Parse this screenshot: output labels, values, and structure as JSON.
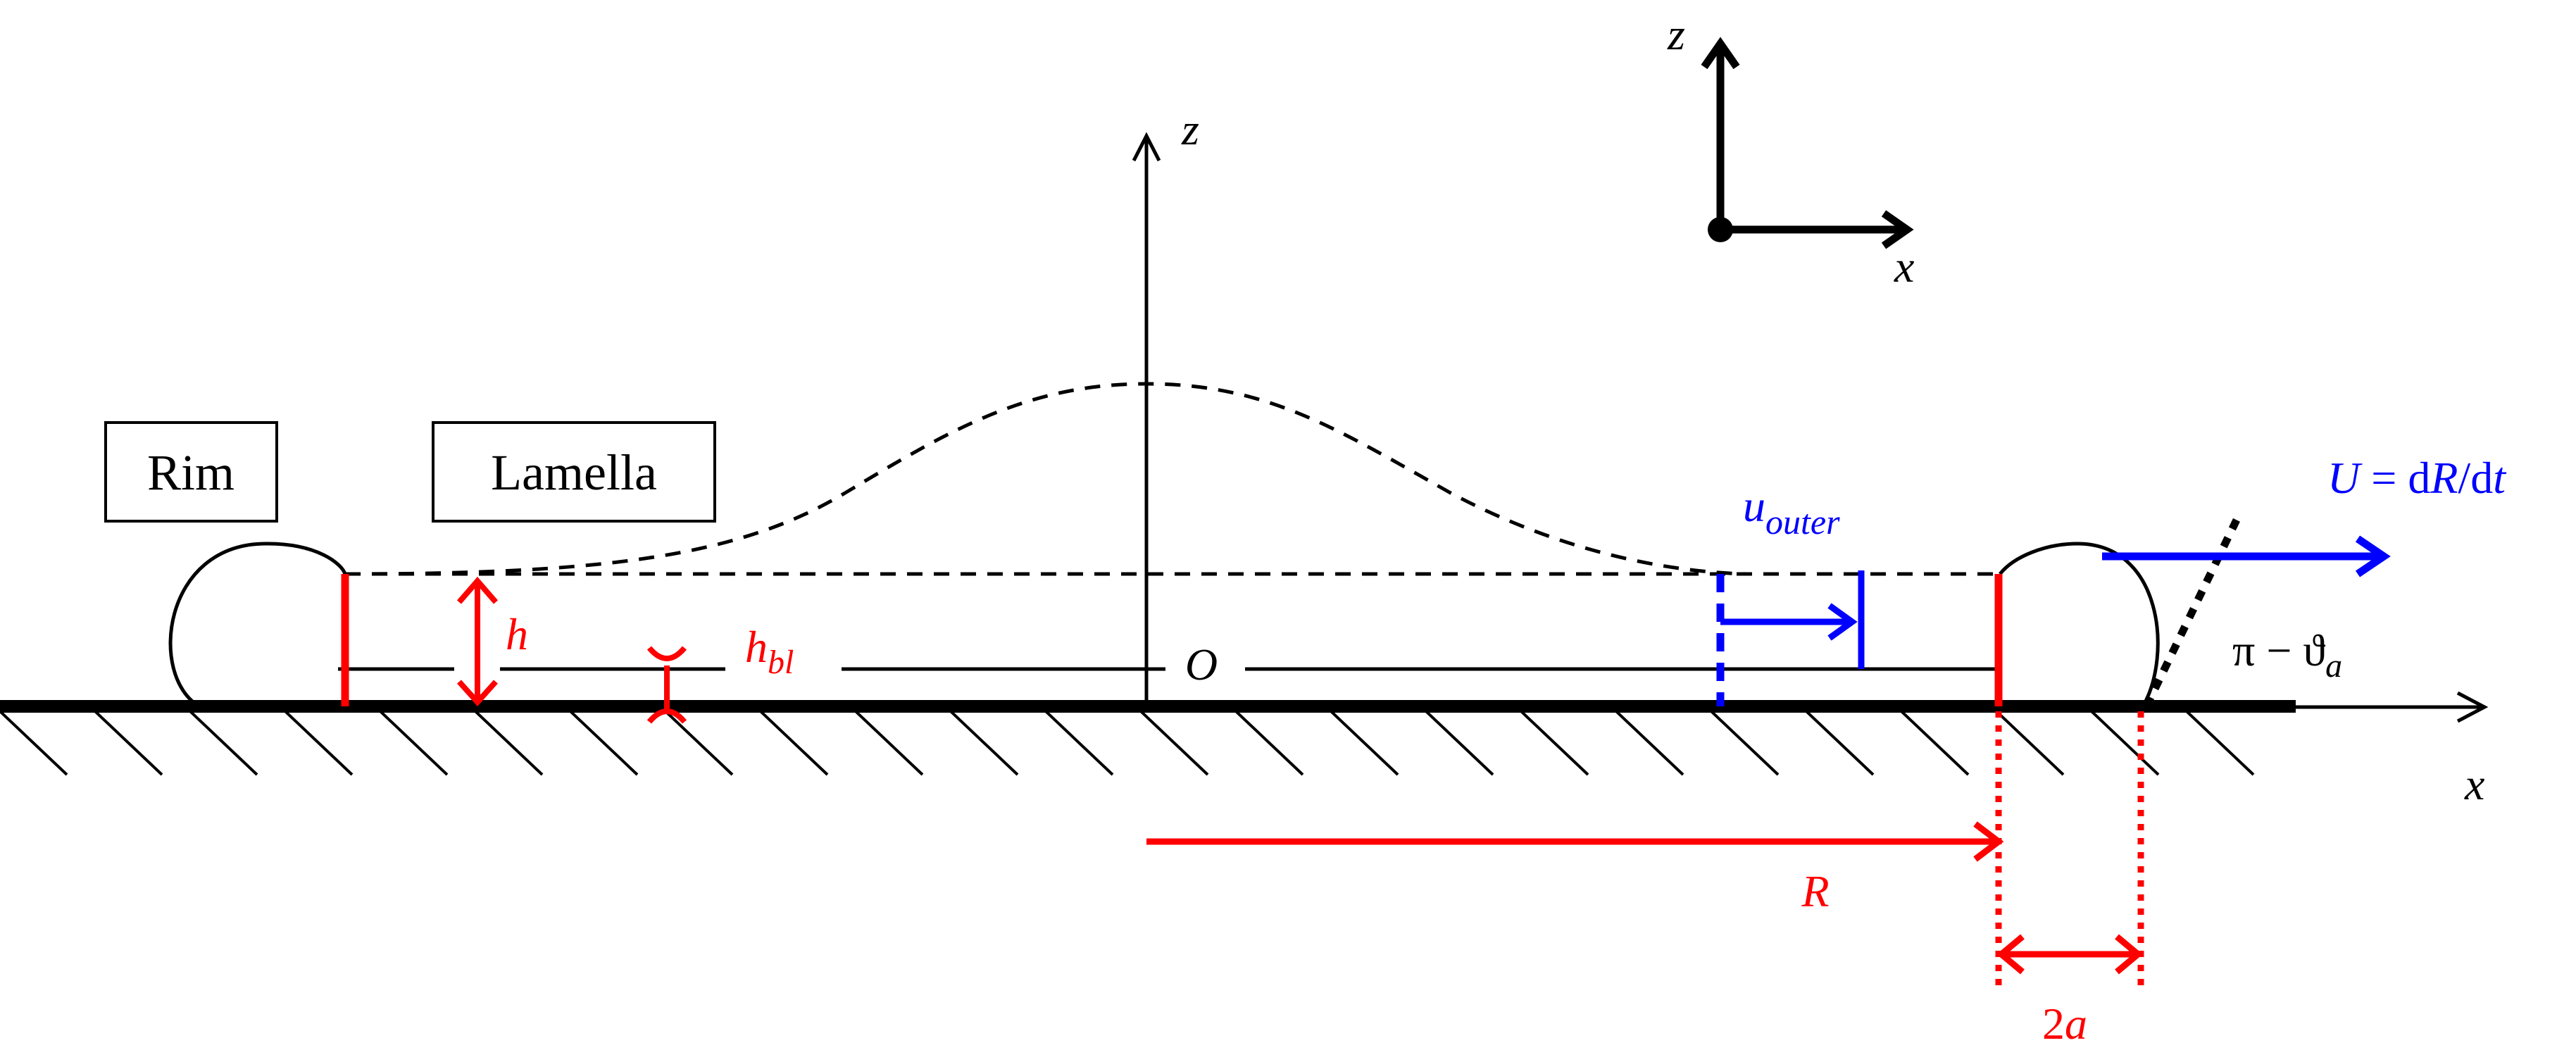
{
  "labels": {
    "rim": "Rim",
    "lamella": "Lamella",
    "z_axis_main": "z",
    "x_axis_main": "x",
    "origin": "O",
    "z_axis_inset": "z",
    "x_axis_inset": "x",
    "h": "h",
    "h_bl_main": "h",
    "h_bl_sub": "bl",
    "u_outer_main": "u",
    "u_outer_sub": "outer",
    "velocity_U": "U",
    "velocity_eq": " = d",
    "velocity_R": "R",
    "velocity_slash": "/d",
    "velocity_t": "t",
    "angle_pi": "π − ϑ",
    "angle_sub": "a",
    "R": "R",
    "two_a_num": "2",
    "two_a_a": "a"
  },
  "colors": {
    "annotation_red": "#ff0000",
    "annotation_blue": "#0000ff",
    "structure": "#000000"
  }
}
